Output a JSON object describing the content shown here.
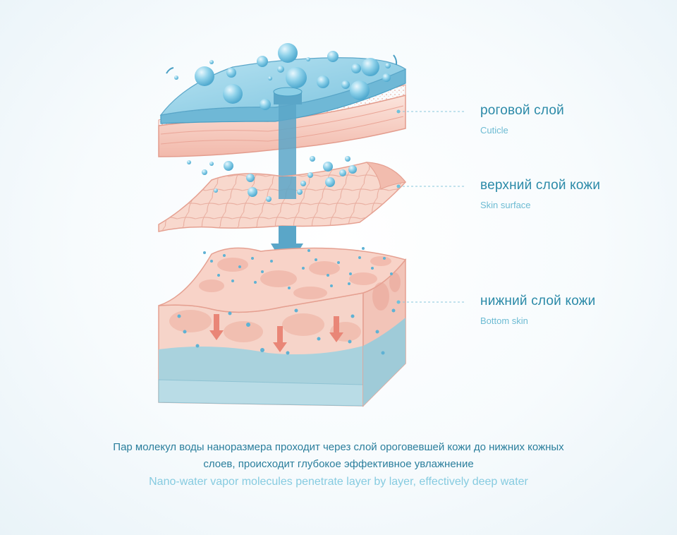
{
  "layers": [
    {
      "name_ru": "роговой слой",
      "name_en": "Cuticle"
    },
    {
      "name_ru": "верхний слой кожи",
      "name_en": "Skin surface"
    },
    {
      "name_ru": "нижний слой кожи",
      "name_en": "Bottom skin"
    }
  ],
  "caption": {
    "ru_line1": "Пар молекул воды наноразмера проходит через слой ороговевшей кожи до нижних кожных",
    "ru_line2": "слоев, происходит глубокое эффективное увлажнение",
    "en": "Nano-water vapor molecules penetrate layer by layer, effectively deep water"
  },
  "colors": {
    "water": "#8ccfe6",
    "skin": "#f6d4c9",
    "skin_dark": "#eaa597",
    "arrow_blue": "#5aa6c8",
    "arrow_pink": "#e98677",
    "label_text": "#2b8aa8"
  }
}
